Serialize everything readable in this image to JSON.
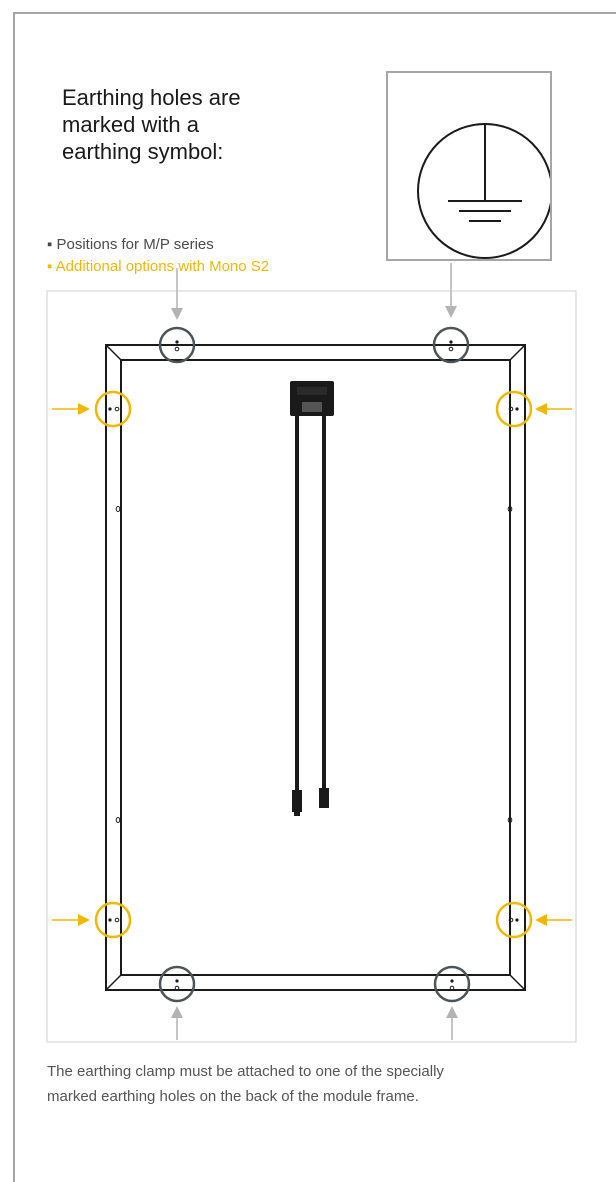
{
  "heading": {
    "lines": [
      "Earthing holes are",
      "marked with a",
      "earthing symbol:"
    ]
  },
  "legend": {
    "standard": "▪ Positions for M/P series",
    "optional": "▪ Additional options with Mono S2"
  },
  "caption": {
    "lines": [
      "The earthing clamp must be attached to one of the specially",
      "marked earthing holes on the back of the module frame."
    ]
  },
  "colors": {
    "standard_marker": "#4d5459",
    "optional_marker": "#f2b705",
    "arrow_standard": "#b3b3b3",
    "frame": "#1a1a1a"
  },
  "icons": {
    "earthing_symbol": "earthing-symbol-icon",
    "junction_box": "junction-box-icon",
    "connector": "connector-icon"
  }
}
